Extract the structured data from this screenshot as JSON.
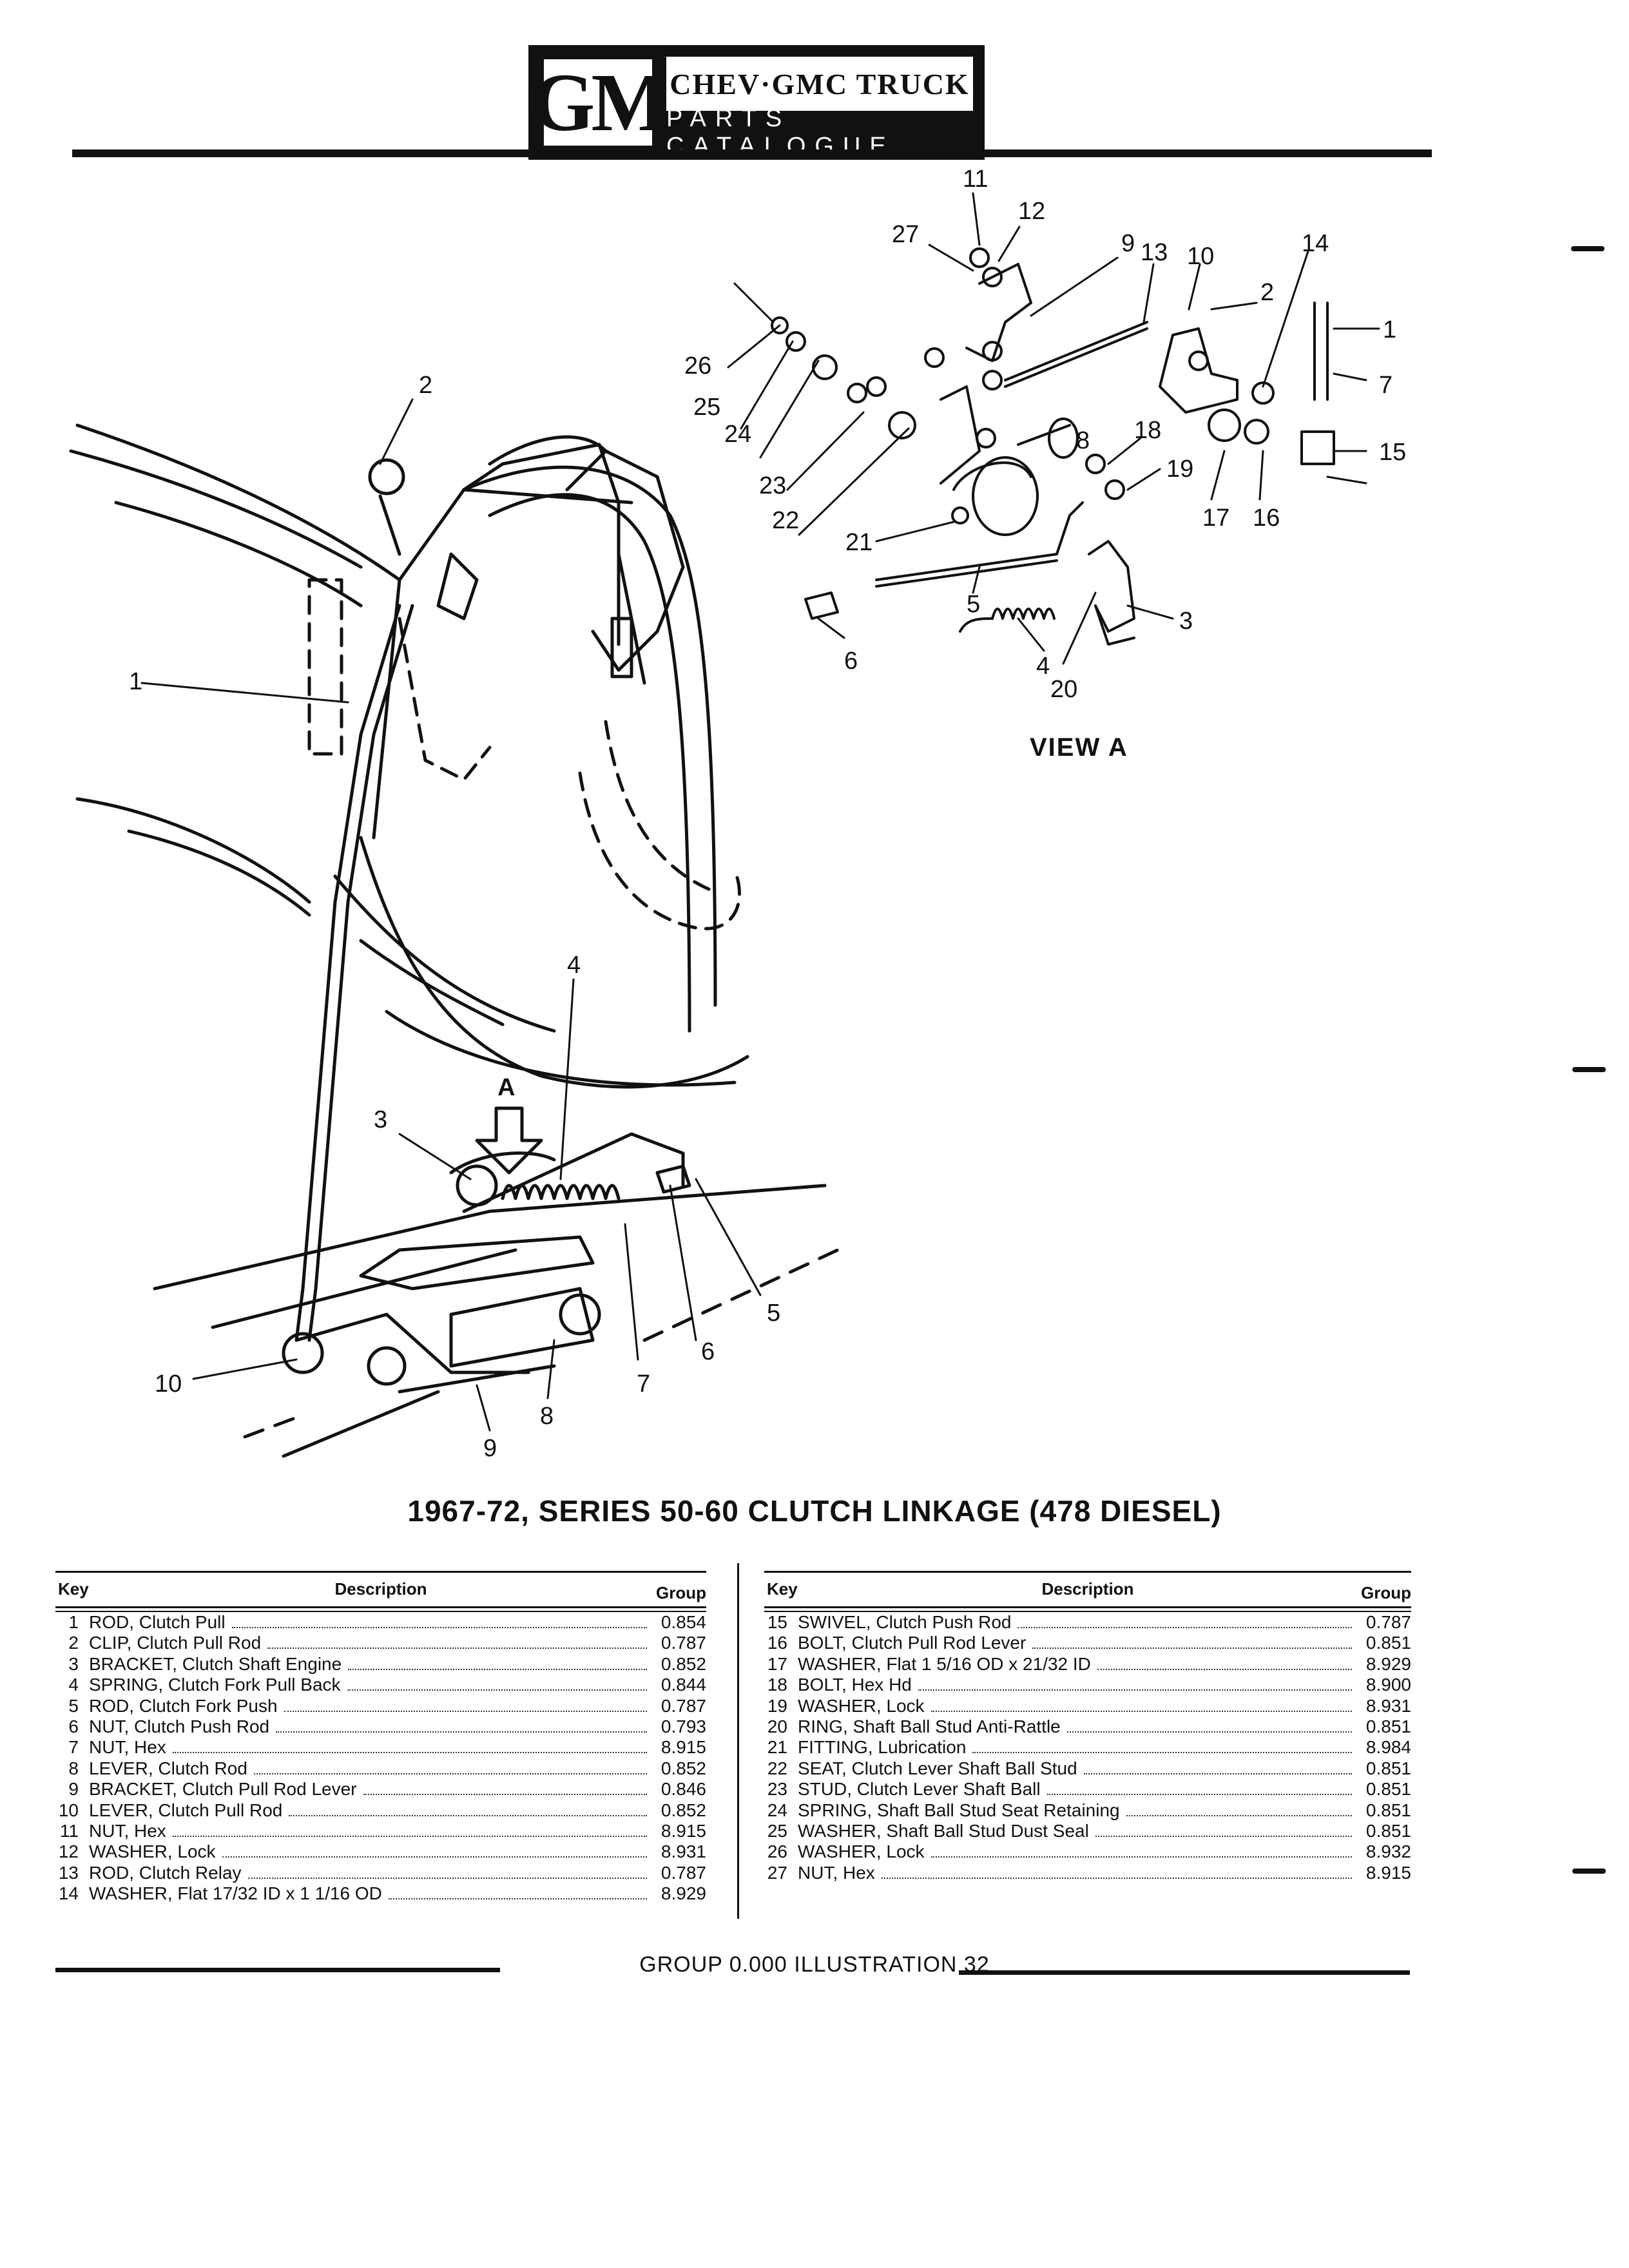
{
  "header": {
    "logo": "GM",
    "title": "CHEV·GMC TRUCK",
    "subtitle": "PARTS CATALOGUE"
  },
  "illustration": {
    "view_label": "VIEW A",
    "view_arrow_letter": "A",
    "main_callouts": [
      "1",
      "2",
      "3",
      "4",
      "5",
      "6",
      "7",
      "8",
      "9",
      "10"
    ],
    "view_a_callouts": [
      "11",
      "12",
      "27",
      "9",
      "13",
      "10",
      "14",
      "2",
      "1",
      "7",
      "15",
      "16",
      "17",
      "18",
      "19",
      "8",
      "3",
      "20",
      "4",
      "5",
      "6",
      "21",
      "22",
      "23",
      "24",
      "25",
      "26"
    ]
  },
  "figure_caption": "1967-72, SERIES 50-60 CLUTCH LINKAGE (478 DIESEL)",
  "parts_table": {
    "headers": {
      "key": "Key",
      "description": "Description",
      "group": "Group"
    },
    "left": [
      {
        "key": "1",
        "desc": "ROD, Clutch Pull",
        "group": "0.854"
      },
      {
        "key": "2",
        "desc": "CLIP, Clutch Pull Rod",
        "group": "0.787"
      },
      {
        "key": "3",
        "desc": "BRACKET, Clutch Shaft Engine",
        "group": "0.852"
      },
      {
        "key": "4",
        "desc": "SPRING, Clutch Fork Pull Back",
        "group": "0.844"
      },
      {
        "key": "5",
        "desc": "ROD, Clutch Fork Push",
        "group": "0.787"
      },
      {
        "key": "6",
        "desc": "NUT, Clutch Push Rod",
        "group": "0.793"
      },
      {
        "key": "7",
        "desc": "NUT, Hex",
        "group": "8.915"
      },
      {
        "key": "8",
        "desc": "LEVER, Clutch Rod",
        "group": "0.852"
      },
      {
        "key": "9",
        "desc": "BRACKET, Clutch Pull Rod Lever",
        "group": "0.846"
      },
      {
        "key": "10",
        "desc": "LEVER, Clutch Pull Rod",
        "group": "0.852"
      },
      {
        "key": "11",
        "desc": "NUT, Hex",
        "group": "8.915"
      },
      {
        "key": "12",
        "desc": "WASHER, Lock",
        "group": "8.931"
      },
      {
        "key": "13",
        "desc": "ROD, Clutch Relay",
        "group": "0.787"
      },
      {
        "key": "14",
        "desc": "WASHER, Flat 17/32 ID x 1 1/16 OD",
        "group": "8.929"
      }
    ],
    "right": [
      {
        "key": "15",
        "desc": "SWIVEL, Clutch Push Rod",
        "group": "0.787"
      },
      {
        "key": "16",
        "desc": "BOLT, Clutch Pull Rod Lever",
        "group": "0.851"
      },
      {
        "key": "17",
        "desc": "WASHER, Flat 1 5/16 OD x 21/32 ID",
        "group": "8.929"
      },
      {
        "key": "18",
        "desc": "BOLT, Hex Hd",
        "group": "8.900"
      },
      {
        "key": "19",
        "desc": "WASHER, Lock",
        "group": "8.931"
      },
      {
        "key": "20",
        "desc": "RING, Shaft Ball Stud Anti-Rattle",
        "group": "0.851"
      },
      {
        "key": "21",
        "desc": "FITTING, Lubrication",
        "group": "8.984"
      },
      {
        "key": "22",
        "desc": "SEAT, Clutch Lever Shaft Ball Stud",
        "group": "0.851"
      },
      {
        "key": "23",
        "desc": "STUD, Clutch Lever Shaft Ball",
        "group": "0.851"
      },
      {
        "key": "24",
        "desc": "SPRING, Shaft Ball Stud Seat Retaining",
        "group": "0.851"
      },
      {
        "key": "25",
        "desc": "WASHER, Shaft Ball Stud Dust Seal",
        "group": "0.851"
      },
      {
        "key": "26",
        "desc": "WASHER, Lock",
        "group": "8.932"
      },
      {
        "key": "27",
        "desc": "NUT, Hex",
        "group": "8.915"
      }
    ]
  },
  "footer": {
    "text": "GROUP 0.000 ILLUSTRATION 32"
  }
}
